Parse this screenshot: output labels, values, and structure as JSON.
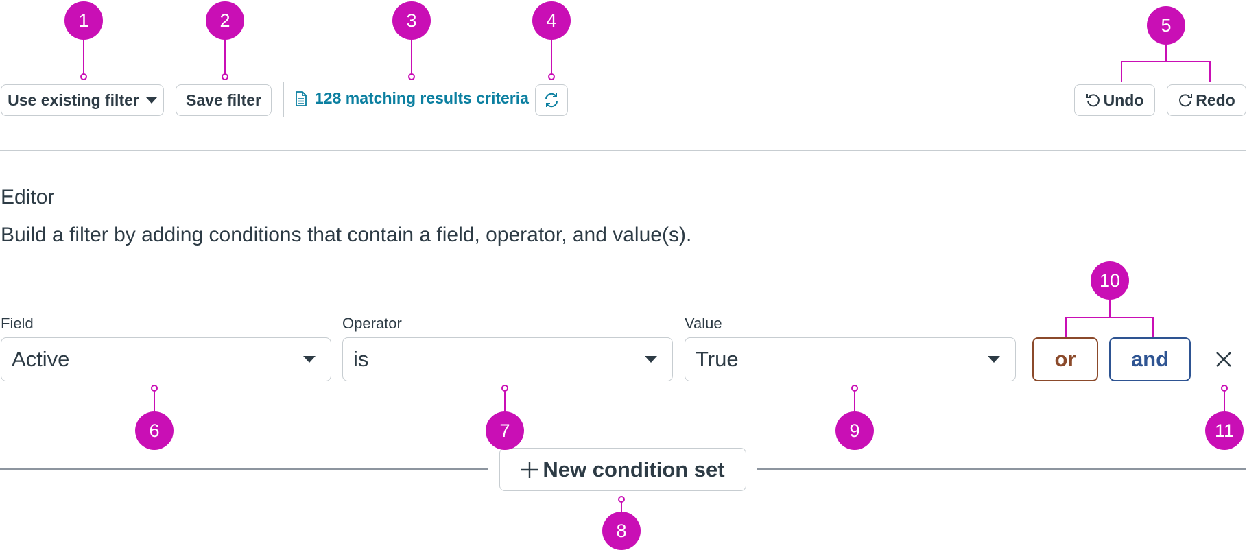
{
  "toolbar": {
    "use_existing_filter": "Use existing filter",
    "save_filter": "Save filter",
    "matching_results": "128 matching results criteria",
    "undo": "Undo",
    "redo": "Redo"
  },
  "editor": {
    "heading": "Editor",
    "description": "Build a filter by adding conditions that contain a field, operator, and value(s)."
  },
  "condition": {
    "field_label": "Field",
    "field_value": "Active",
    "operator_label": "Operator",
    "operator_value": "is",
    "value_label": "Value",
    "value_value": "True",
    "or_label": "or",
    "and_label": "and"
  },
  "new_condition_set": "New condition set",
  "callouts": [
    "1",
    "2",
    "3",
    "4",
    "5",
    "6",
    "7",
    "8",
    "9",
    "10",
    "11"
  ],
  "colors": {
    "callout": "#c90fb5",
    "link": "#0b7fa0",
    "or": "#8b4a2b",
    "and": "#2e5492",
    "border": "#c7cdd1",
    "text": "#2d3b45"
  },
  "icons": [
    "caret-down-icon",
    "document-icon",
    "refresh-icon",
    "undo-icon",
    "redo-icon",
    "close-icon",
    "plus-icon"
  ]
}
